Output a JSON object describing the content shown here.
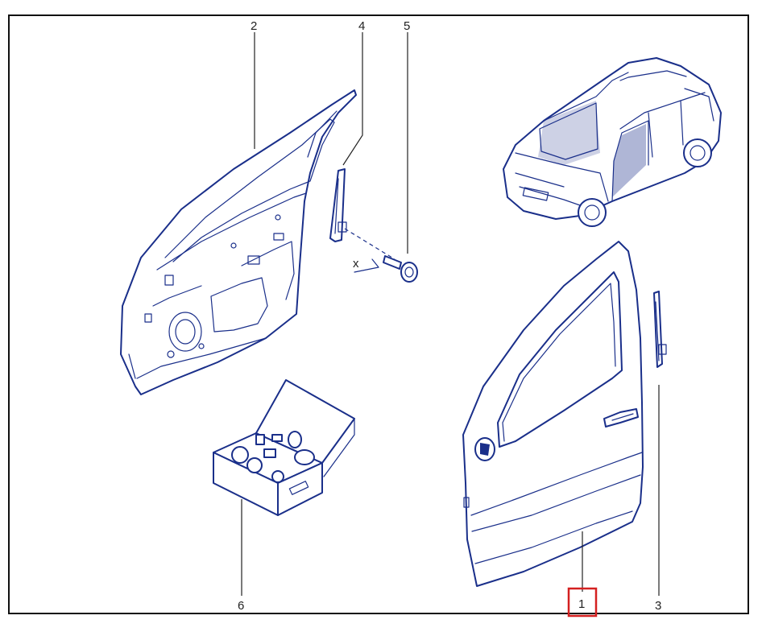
{
  "callouts": {
    "c1": "1",
    "c2": "2",
    "c3": "3",
    "c4": "4",
    "c5": "5",
    "c6": "6"
  },
  "annotation_x": "x",
  "colors": {
    "line_art": "#1a2f8a",
    "highlight_box": "#d42020",
    "frame": "#111111"
  }
}
